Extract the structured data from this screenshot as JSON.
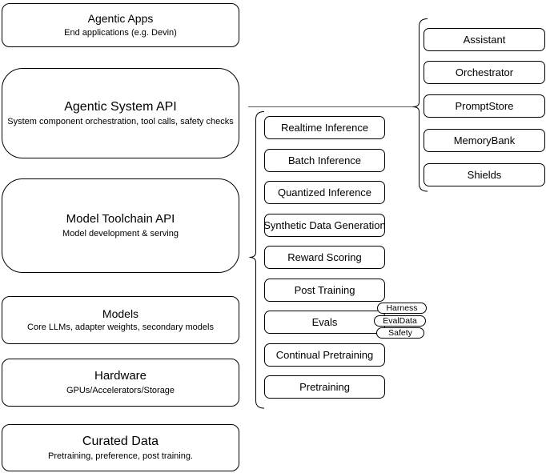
{
  "diagram": {
    "colors": {
      "background": "#ffffff",
      "node_fill": "#ffffff",
      "node_stroke": "#000000",
      "connector_stroke": "#595959"
    },
    "left_stack": [
      {
        "title": "Agentic Apps",
        "subtitle": "End applications (e.g. Devin)"
      },
      {
        "title": "Agentic System API",
        "subtitle": "System component orchestration, tool calls, safety checks"
      },
      {
        "title": "Model Toolchain API",
        "subtitle": "Model development & serving"
      },
      {
        "title": "Models",
        "subtitle": "Core LLMs, adapter weights, secondary models"
      },
      {
        "title": "Hardware",
        "subtitle": "GPUs/Accelerators/Storage"
      },
      {
        "title": "Curated Data",
        "subtitle": "Pretraining, preference, post training."
      }
    ],
    "toolchain_stack": [
      "Realtime Inference",
      "Batch Inference",
      "Quantized Inference",
      "Synthetic Data Generation",
      "Reward Scoring",
      "Post Training",
      "Evals",
      "Continual Pretraining",
      "Pretraining"
    ],
    "eval_tags": [
      "Harness",
      "EvalData",
      "Safety"
    ],
    "system_components": [
      "Assistant",
      "Orchestrator",
      "PromptStore",
      "MemoryBank",
      "Shields"
    ]
  }
}
